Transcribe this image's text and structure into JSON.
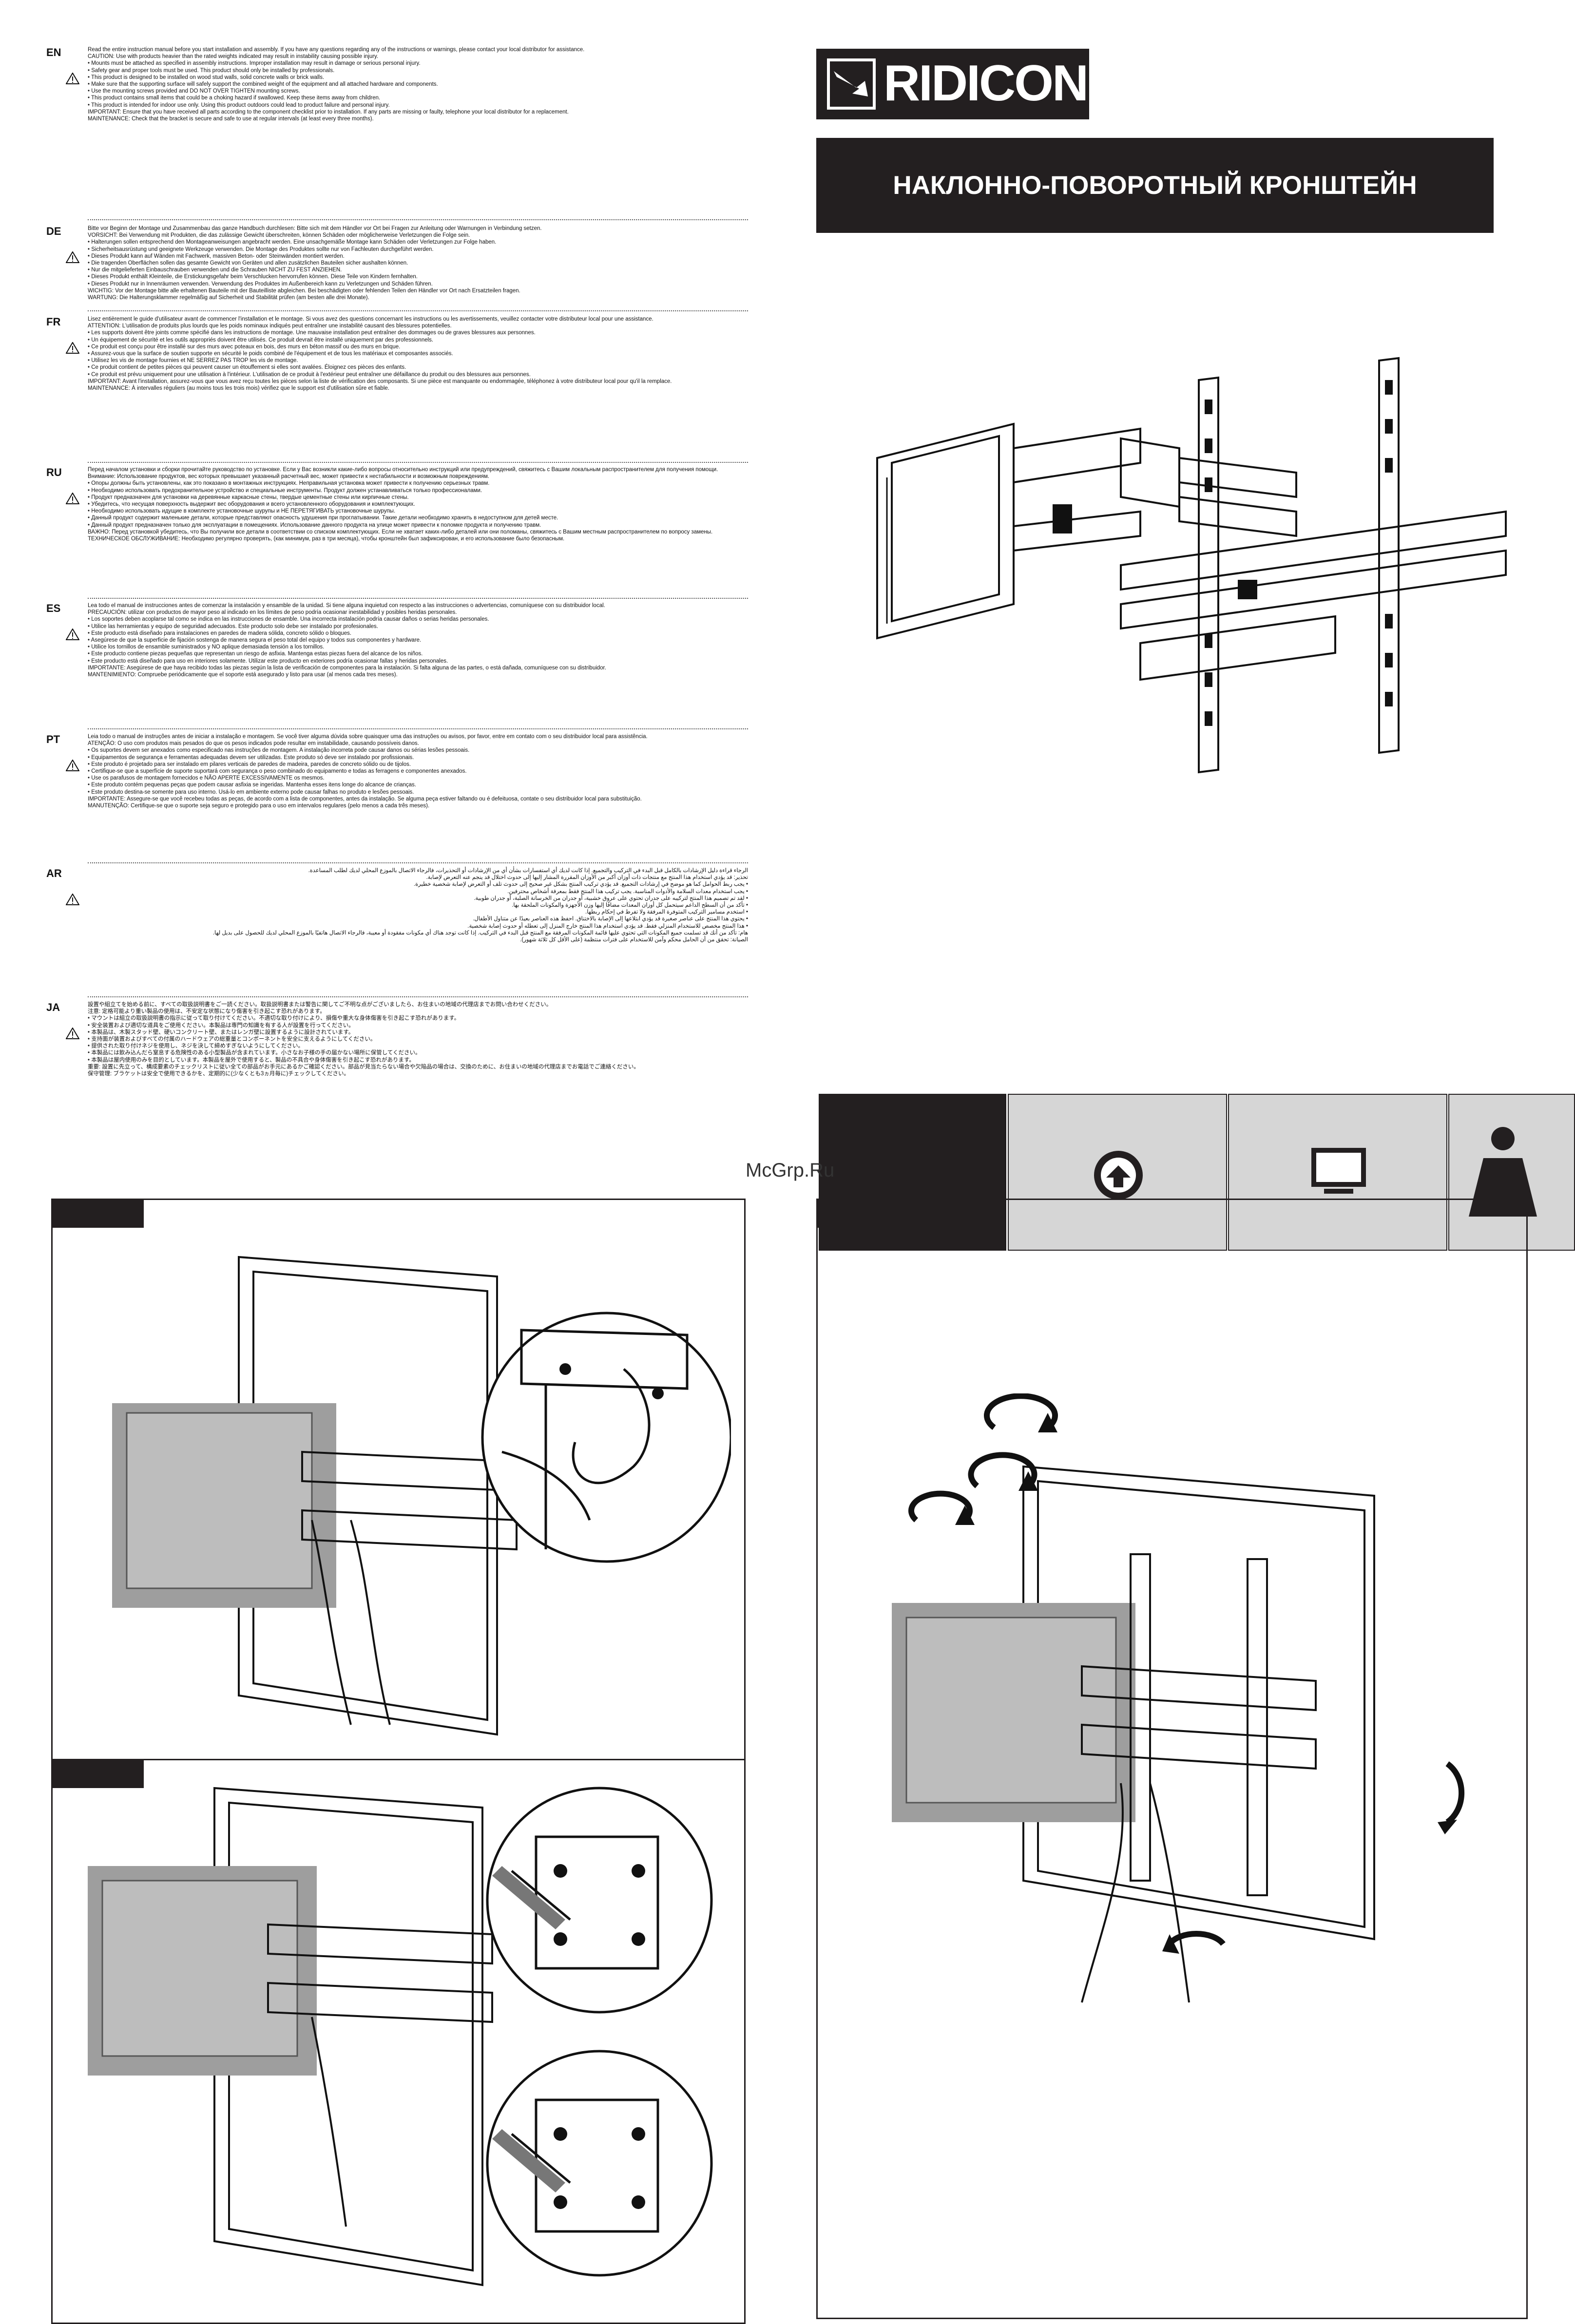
{
  "brand": {
    "name": "RIDICON"
  },
  "product_title": "НАКЛОННО-ПОВОРОТНЫЙ КРОНШТЕЙН",
  "watermark": "McGrp.Ru",
  "icons": [
    "vesa-badge-icon",
    "tv-screen-icon",
    "weight-icon"
  ],
  "instructions": [
    {
      "code": "EN",
      "lines": [
        "Read the entire instruction manual before you start installation and assembly. If you have any questions regarding any of the instructions or warnings, please contact your local distributor for assistance.",
        "CAUTION: Use with products heavier than the rated weights indicated may result in instability causing possible injury.",
        "• Mounts must be attached as specified in assembly instructions. Improper installation may result in damage or serious personal injury.",
        "• Safety gear and proper tools must be used. This product should only be installed by professionals.",
        "• This product is designed to be installed on wood stud walls, solid concrete walls or brick walls.",
        "• Make sure that the supporting surface will safely support the combined weight of the equipment and all attached hardware and components.",
        "• Use the mounting screws provided and DO NOT OVER TIGHTEN mounting screws.",
        "• This product contains small items that could be a choking hazard if swallowed. Keep these items away from children.",
        "• This product is intended for indoor use only. Using this product outdoors could lead to product failure and personal injury.",
        "IMPORTANT: Ensure that you have received all parts according to the component checklist prior to installation. If any parts are missing or faulty, telephone your local distributor for a replacement.",
        "MAINTENANCE: Check that the bracket is secure and safe to use at regular intervals (at least every three months)."
      ]
    },
    {
      "code": "DE",
      "lines": [
        "Bitte vor Beginn der Montage und Zusammenbau das ganze Handbuch durchlesen: Bitte sich mit dem Händler vor Ort bei Fragen zur Anleitung oder Warnungen in Verbindung setzen.",
        "VORSICHT: Bei Verwendung mit Produkten, die das zulässige Gewicht überschreiten, können Schäden oder möglicherweise Verletzungen die Folge sein.",
        "• Halterungen sollen entsprechend den Montageanweisungen angebracht werden. Eine unsachgemäße Montage kann Schäden oder Verletzungen zur Folge haben.",
        "• Sicherheitsausrüstung und geeignete Werkzeuge verwenden. Die Montage des Produktes sollte nur von Fachleuten durchgeführt werden.",
        "• Dieses Produkt kann auf Wänden mit Fachwerk, massiven Beton- oder Steinwänden montiert werden.",
        "• Die tragenden Oberflächen sollen das gesamte Gewicht von Geräten und allen zusätzlichen Bauteilen sicher aushalten können.",
        "• Nur die mitgelieferten Einbauschrauben verwenden und die Schrauben NICHT ZU FEST ANZIEHEN.",
        "• Dieses Produkt enthält Kleinteile, die Erstickungsgefahr beim Verschlucken hervorrufen können. Diese Teile von Kindern fernhalten.",
        "• Dieses Produkt nur in Innenräumen verwenden. Verwendung des Produktes im Außenbereich kann zu Verletzungen und Schäden führen.",
        "WICHTIG: Vor der Montage bitte alle erhaltenen Bauteile mit der Bauteilliste abgleichen. Bei beschädigten oder fehlenden Teilen den Händler vor Ort nach Ersatzteilen fragen.",
        "WARTUNG: Die Halterungsklammer regelmäßig auf Sicherheit und Stabilität prüfen (am besten alle drei Monate)."
      ]
    },
    {
      "code": "FR",
      "lines": [
        "Lisez entièrement le guide d'utilisateur avant de commencer l'installation et le montage. Si vous avez des questions concernant les instructions ou les avertissements, veuillez contacter votre distributeur local pour une assistance.",
        "ATTENTION: L'utilisation de produits plus lourds que les poids nominaux indiqués peut entraîner une instabilité causant des blessures potentielles.",
        "• Les supports doivent être joints comme spécifié dans les instructions de montage. Une mauvaise installation peut entraîner des dommages ou de graves blessures aux personnes.",
        "• Un équipement de sécurité et les outils appropriés doivent être utilisés. Ce produit devrait être installé uniquement par des professionnels.",
        "• Ce produit est conçu pour être installé sur des murs avec poteaux en bois, des murs en béton massif ou des murs en brique.",
        "• Assurez-vous que la surface de soutien supporte en sécurité le poids combiné de l'équipement et de tous les matériaux et composantes associés.",
        "• Utilisez les vis de montage fournies et NE SERREZ PAS TROP les vis de montage.",
        "• Ce produit contient de petites pièces qui peuvent causer un étouffement si elles sont avalées. Éloignez ces pièces des enfants.",
        "• Ce produit est prévu uniquement pour une utilisation à l'intérieur. L'utilisation de ce produit à l'extérieur peut entraîner une défaillance du produit ou des blessures aux personnes.",
        "IMPORTANT: Avant l'installation, assurez-vous que vous avez reçu toutes les pièces selon la liste de vérification des composants. Si une pièce est manquante ou endommagée, téléphonez à votre distributeur local pour qu'il la remplace.",
        "MAINTENANCE: À intervalles réguliers (au moins tous les trois mois) vérifiez que le support est d'utilisation sûre et fiable."
      ]
    },
    {
      "code": "RU",
      "lines": [
        "Перед началом установки и сборки прочитайте руководство по установке. Если у Вас возникли какие-либо вопросы относительно инструкций или предупреждений, свяжитесь с Вашим локальным распространителем для получения помощи.",
        "Внимание: Использование продуктов, вес которых превышает указанный расчетный вес, может привести к нестабильности и возможным повреждениям.",
        "• Опоры должны быть установлены, как это показано в монтажных инструкциях. Неправильная установка может привести к получению серьезных травм.",
        "• Необходимо использовать предохранительное устройство и специальные инструменты. Продукт должен устанавливаться только профессионалами.",
        "• Продукт предназначен для установки на деревянные каркасные стены, твердые цементные стены или кирпичные стены.",
        "• Убедитесь, что несущая поверхность выдержит вес оборудования и всего установленного оборудования и комплектующих.",
        "• Необходимо использовать идущие в комплекте установочные шурупы и НЕ ПЕРЕТЯГИВАТЬ установочные шурупы.",
        "• Данный продукт содержит маленькие детали, которые представляют опасность удушения при проглатывании. Такие детали необходимо хранить в недоступном для детей месте.",
        "• Данный продукт предназначен только для эксплуатации в помещениях. Использование данного продукта на улице может привести к поломке продукта и получению травм.",
        "ВАЖНО: Перед установкой убедитесь, что Вы получили все детали в соответствии со списком комплектующих. Если не хватает каких-либо деталей или они поломаны, свяжитесь с Вашим местным распространителем по вопросу замены.",
        "ТЕХНИЧЕСКОЕ ОБСЛУЖИВАНИЕ: Необходимо регулярно проверять, (как минимум, раз в три месяца), чтобы кронштейн был зафиксирован, и его использование было безопасным."
      ]
    },
    {
      "code": "ES",
      "lines": [
        "Lea todo el manual de instrucciones antes de comenzar la instalación y ensamble de la unidad. Si tiene alguna inquietud con respecto a las instrucciones o advertencias, comuníquese con su distribuidor local.",
        "PRECAUCIÓN: utilizar con productos de mayor peso al indicado en los límites de peso podría ocasionar inestabilidad y posibles heridas personales.",
        "• Los soportes deben acoplarse tal como se indica en las instrucciones de ensamble. Una incorrecta instalación podría causar daños o serias heridas personales.",
        "• Utilice las herramientas y equipo de seguridad adecuados. Este producto solo debe ser instalado por profesionales.",
        "• Este producto está diseñado para instalaciones en paredes de madera sólida, concreto sólido o bloques.",
        "• Asegúrese de que la superficie de fijación sostenga de manera segura el peso total del equipo y todos sus componentes y hardware.",
        "• Utilice los tornillos de ensamble suministrados y NO aplique demasiada tensión a los tornillos.",
        "• Este producto contiene piezas pequeñas que representan un riesgo de asfixia. Mantenga estas piezas fuera del alcance de los niños.",
        "• Este producto está diseñado para uso en interiores solamente. Utilizar este producto en exteriores podría ocasionar fallas y heridas personales.",
        "IMPORTANTE: Asegúrese de que haya recibido todas las piezas según la lista de verificación de componentes para la instalación. Si falta alguna de las partes, o está dañada, comuníquese con su distribuidor.",
        "MANTENIMIENTO: Compruebe periódicamente que el soporte está asegurado y listo para usar (al menos cada tres meses)."
      ]
    },
    {
      "code": "PT",
      "lines": [
        "Leia todo o manual de instruções antes de iniciar a instalação e montagem. Se você tiver alguma dúvida sobre quaisquer uma das instruções ou avisos, por favor, entre em contato com o seu distribuidor local para assistência.",
        "ATENÇÃO: O uso com produtos mais pesados do que os pesos indicados pode resultar em instabilidade, causando possíveis danos.",
        "• Os suportes devem ser anexados como especificado nas instruções de montagem. A instalação incorreta pode causar danos ou sérias lesões pessoais.",
        "• Equipamentos de segurança e ferramentas adequadas devem ser utilizadas. Este produto só deve ser instalado por profissionais.",
        "• Este produto é projetado para ser instalado em pilares verticais de paredes de madeira, paredes de concreto sólido ou de tijolos.",
        "• Certifique-se que a superfície de suporte suportará com segurança o peso combinado do equipamento e todas as ferragens e componentes anexados.",
        "• Use os parafusos de montagem fornecidos e NÃO APERTE EXCESSIVAMENTE os mesmos.",
        "• Este produto contém pequenas peças que podem causar asfixia se ingeridas. Mantenha esses itens longe do alcance de crianças.",
        "• Este produto destina-se somente para uso interno. Usá-lo em ambiente externo pode causar falhas no produto e lesões pessoais.",
        "IMPORTANTE: Assegure-se que você recebeu todas as peças, de acordo com a lista de componentes, antes da instalação. Se alguma peça estiver faltando ou é defeituosa, contate o seu distribuidor local para substituição.",
        "MANUTENÇÃO: Certifique-se que o suporte seja seguro e protegido para o uso em intervalos regulares (pelo menos a cada três meses)."
      ]
    },
    {
      "code": "AR",
      "lines": [
        "الرجاء قراءة دليل الإرشادات بالكامل قبل البدء في التركيب والتجميع. إذا كانت لديك أي استفسارات بشأن أي من الإرشادات أو التحذيرات، فالرجاء الاتصال بالموزع المحلي لديك لطلب المساعدة.",
        "تحذير: قد يؤدي استخدام هذا المنتج مع منتجات ذات أوزان أكبر من الأوزان المقررة المشار إليها إلى حدوث اختلال قد ينجم عنه التعرض لإصابة.",
        "• يجب ربط الحوامل كما هو موضح في إرشادات التجميع. قد يؤدي تركيب المنتج بشكل غير صحيح إلى حدوث تلف أو التعرض لإصابة شخصية خطيرة.",
        "• يجب استخدام معدات السلامة والأدوات المناسبة. يجب تركيب هذا المنتج فقط بمعرفة أشخاص محترفين.",
        "• لقد تم تصميم هذا المنتج لتركيبه على جدران تحتوي على عروق خشبية، أو جدران من الخرسانة الصلبة، أو جدران طوبية.",
        "• تأكد من أن السطح الداعم سيتحمل كل أوزان المعدات مضافًا إليها وزن الأجهزة والمكونات الملحقة بها.",
        "• استخدم مسامير التركيب المتوفرة المرفقة ولا تفرط في إحكام ربطها.",
        "• يحتوي هذا المنتج على عناصر صغيرة قد يؤدي ابتلاعها إلى الإصابة بالاختناق. احفظ هذه العناصر بعيدًا عن متناول الأطفال.",
        "• هذا المنتج مخصص للاستخدام المنزلي فقط. قد يؤدي استخدام هذا المنتج خارج المنزل إلى تعطله أو حدوث إصابة شخصية.",
        "هام: تأكد من أنك قد تسلمت جميع المكونات التي تحتوي عليها قائمة المكونات المرفقة مع المنتج قبل البدء في التركيب. إذا كانت توجد هناك أي مكونات مفقودة أو معيبة، فالرجاء الاتصال هاتفيًا بالموزع المحلي لديك للحصول على بديل لها.",
        "الصيانة: تحقق من أن الحامل محكم وآمن للاستخدام على فترات منتظمة (على الأقل كل ثلاثة شهور)."
      ]
    },
    {
      "code": "JA",
      "lines": [
        "設置や組立てを始める前に、すべての取扱説明書をご一読ください。取扱説明書または警告に関してご不明な点がございましたら、お住まいの地域の代理店までお問い合わせください。",
        "注意: 定格可能より重い製品の使用は、不安定な状態になり傷害を引き起こす恐れがあります。",
        "• マウントは組立の取扱説明書の指示に従って取り付けてください。不適切な取り付けにより、損傷や重大な身体傷害を引き起こす恐れがあります。",
        "• 安全装置および適切な道具をご使用ください。本製品は専門の知識を有する人が設置を行ってください。",
        "• 本製品は、木製スタッド壁、硬いコンクリート壁、またはレンガ壁に設置するように設計されています。",
        "• 支持面が装置およびすべての付属のハードウェアの総重量とコンポーネントを安全に支えるようにしてください。",
        "• 提供された取り付けネジを使用し、ネジを決して締めすぎないようにしてください。",
        "• 本製品には飲み込んだら窒息する危険性のある小型製品が含まれています。小さなお子様の手の届かない場所に保管してください。",
        "• 本製品は屋内使用のみを目的としています。本製品を屋外で使用すると、製品の不具合や身体傷害を引き起こす恐れがあります。",
        "重要: 設置に先立って、構成要素のチェックリストに従い全ての部品がお手元にあるかご確認ください。部品が見当たらない場合や欠陥品の場合は、交換のために、お住まいの地域の代理店までお電話でご連絡ください。",
        "保守管理: ブラケットは安全で使用できるかを、定期的に(少なくとも3ヵ月毎に)チェックしてください。"
      ]
    }
  ]
}
